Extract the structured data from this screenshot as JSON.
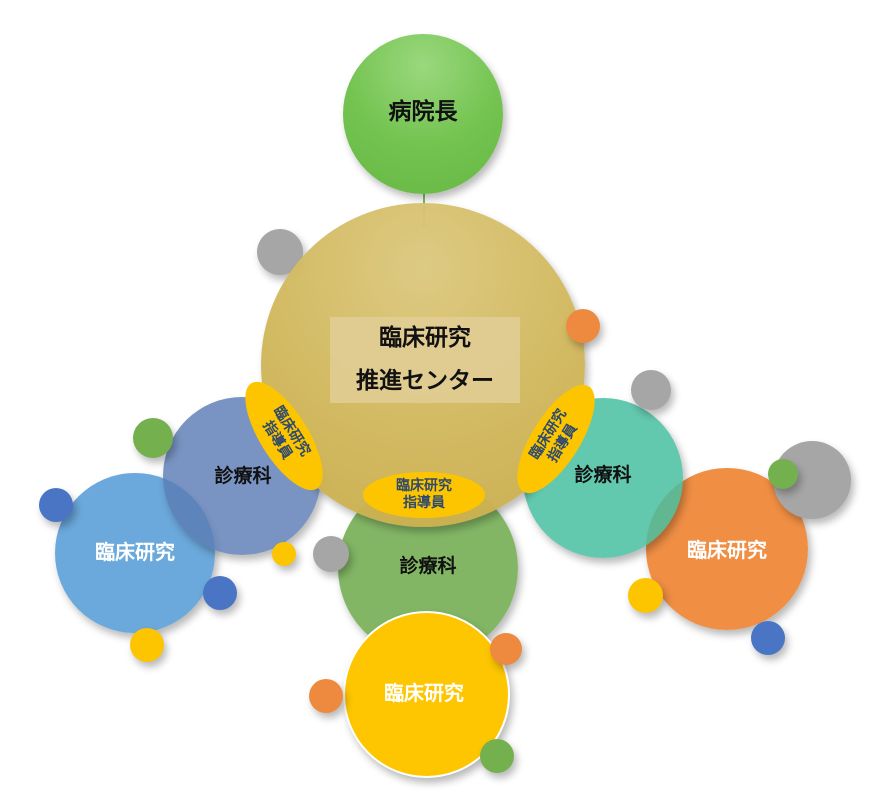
{
  "diagram": {
    "hospital_director": "病院長",
    "center": {
      "line1": "臨床研究",
      "line2": "推進センター"
    },
    "instructor": {
      "line1": "臨床研究",
      "line2": "指導員"
    },
    "department": "診療科",
    "research": "臨床研究",
    "colors": {
      "hospital": "#75c452",
      "center": "#d2b95e",
      "dept_left": "#5b7db5",
      "dept_bottom": "#6daa4c",
      "dept_right": "#46bea0",
      "research_left": "#5b9fd7",
      "research_right": "#ef8536",
      "research_bottom": "#fdc600",
      "instructor_oval": "#fdc500"
    }
  }
}
